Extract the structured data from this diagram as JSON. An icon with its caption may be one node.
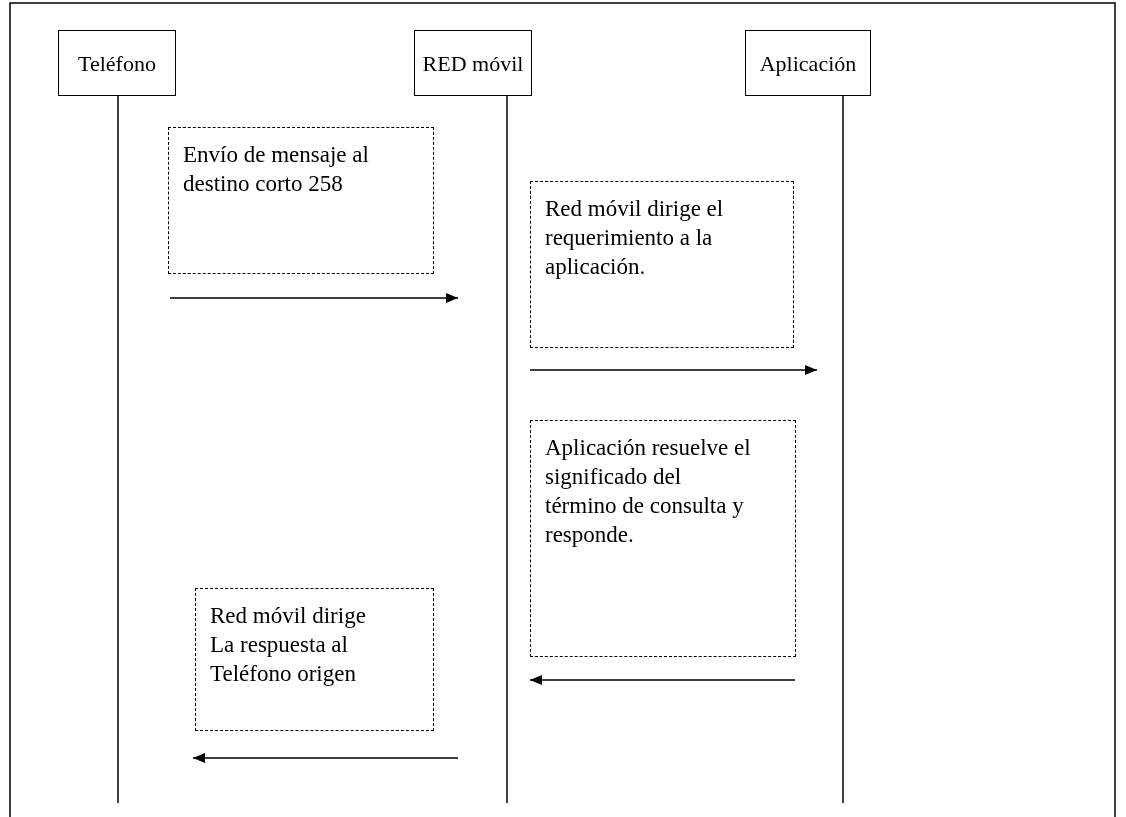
{
  "diagram": {
    "nodes": [
      {
        "text": [
          "Teléfono"
        ]
      },
      {
        "text": [
          "RED móvil"
        ]
      },
      {
        "text": [
          "Aplicación"
        ]
      },
      {
        "text": [
          "Envío de mensaje al destino corto 258"
        ]
      },
      {
        "text": [
          "Red móvil dirige el requerimiento a la aplicación."
        ]
      },
      {
        "text": [
          "Aplicación resuelve el significado del término de consulta y responde."
        ]
      },
      {
        "text": [
          "Red móvil dirige La respuesta al Teléfono origen"
        ]
      }
    ],
    "edges": [
      {
        "from": 0,
        "to": 1,
        "arrow": "to"
      },
      {
        "from": 1,
        "to": 2,
        "arrow": "to"
      },
      {
        "from": 2,
        "to": 1,
        "arrow": "to"
      },
      {
        "from": 1,
        "to": 0,
        "arrow": "to"
      }
    ]
  }
}
